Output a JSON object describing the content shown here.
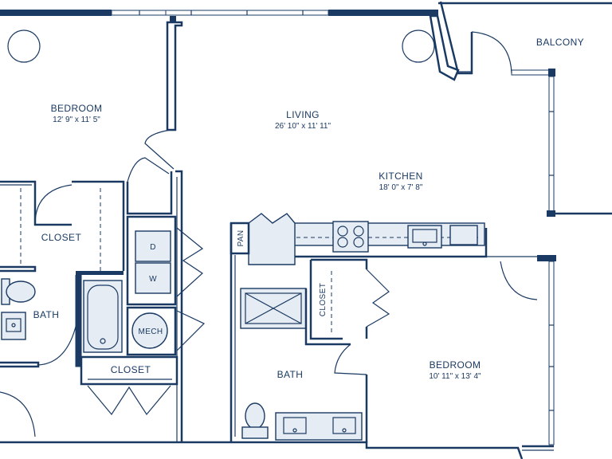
{
  "rooms": {
    "bedroom_left": {
      "name": "BEDROOM",
      "size": "12' 9\" x 11' 5\""
    },
    "living": {
      "name": "LIVING",
      "size": "26' 10\" x 11' 11\""
    },
    "kitchen": {
      "name": "KITCHEN",
      "size": "18' 0\" x 7' 8\""
    },
    "balcony": {
      "name": "BALCONY"
    },
    "closet_left": {
      "name": "CLOSET"
    },
    "bath_left": {
      "name": "BATH"
    },
    "closet_bottom": {
      "name": "CLOSET"
    },
    "mech": {
      "name": "MECH"
    },
    "washer": {
      "name": "W"
    },
    "dryer": {
      "name": "D"
    },
    "pantry": {
      "name": "PAN"
    },
    "closet_right": {
      "name": "CLOSET"
    },
    "bath_right": {
      "name": "BATH"
    },
    "bedroom_right": {
      "name": "BEDROOM",
      "size": "10' 11\" x 13' 4\""
    }
  },
  "colors": {
    "wall": "#1a3a63",
    "fixture": "#e6ecf3",
    "background": "#ffffff"
  }
}
